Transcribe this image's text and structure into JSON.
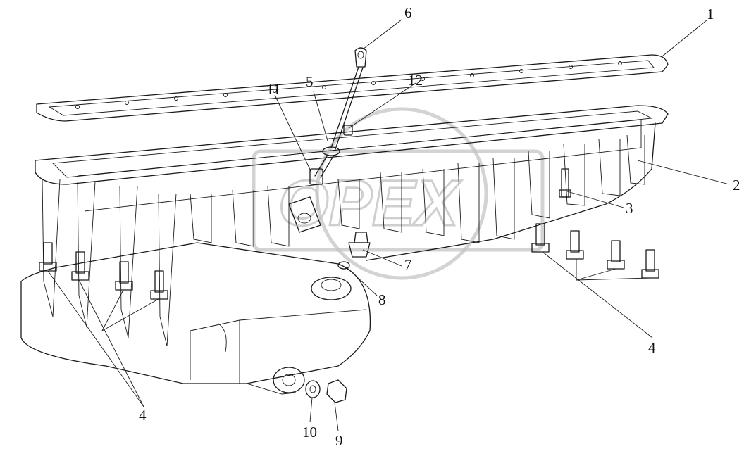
{
  "diagram": {
    "watermark_text": "OPEX",
    "callouts": {
      "c1": "1",
      "c2": "2",
      "c3": "3",
      "c4a": "4",
      "c4b": "4",
      "c5": "5",
      "c6": "6",
      "c7": "7",
      "c8": "8",
      "c9": "9",
      "c10": "10",
      "c11": "11",
      "c12": "12"
    }
  }
}
